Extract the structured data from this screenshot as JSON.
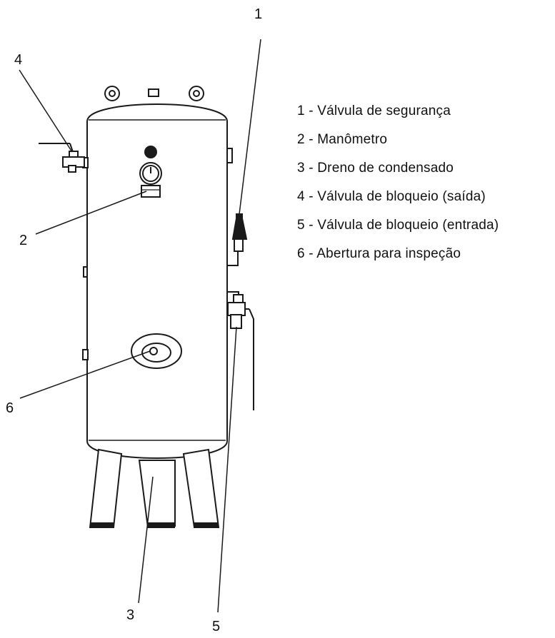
{
  "callouts": {
    "c1": "1",
    "c2": "2",
    "c3": "3",
    "c4": "4",
    "c5": "5",
    "c6": "6"
  },
  "legend": [
    "1 - Válvula de segurança",
    "2 - Manômetro",
    "3 - Dreno de condensado",
    "4 - Válvula de bloqueio (saída)",
    "5 - Válvula de bloqueio (entrada)",
    "6 - Abertura para inspeção"
  ]
}
